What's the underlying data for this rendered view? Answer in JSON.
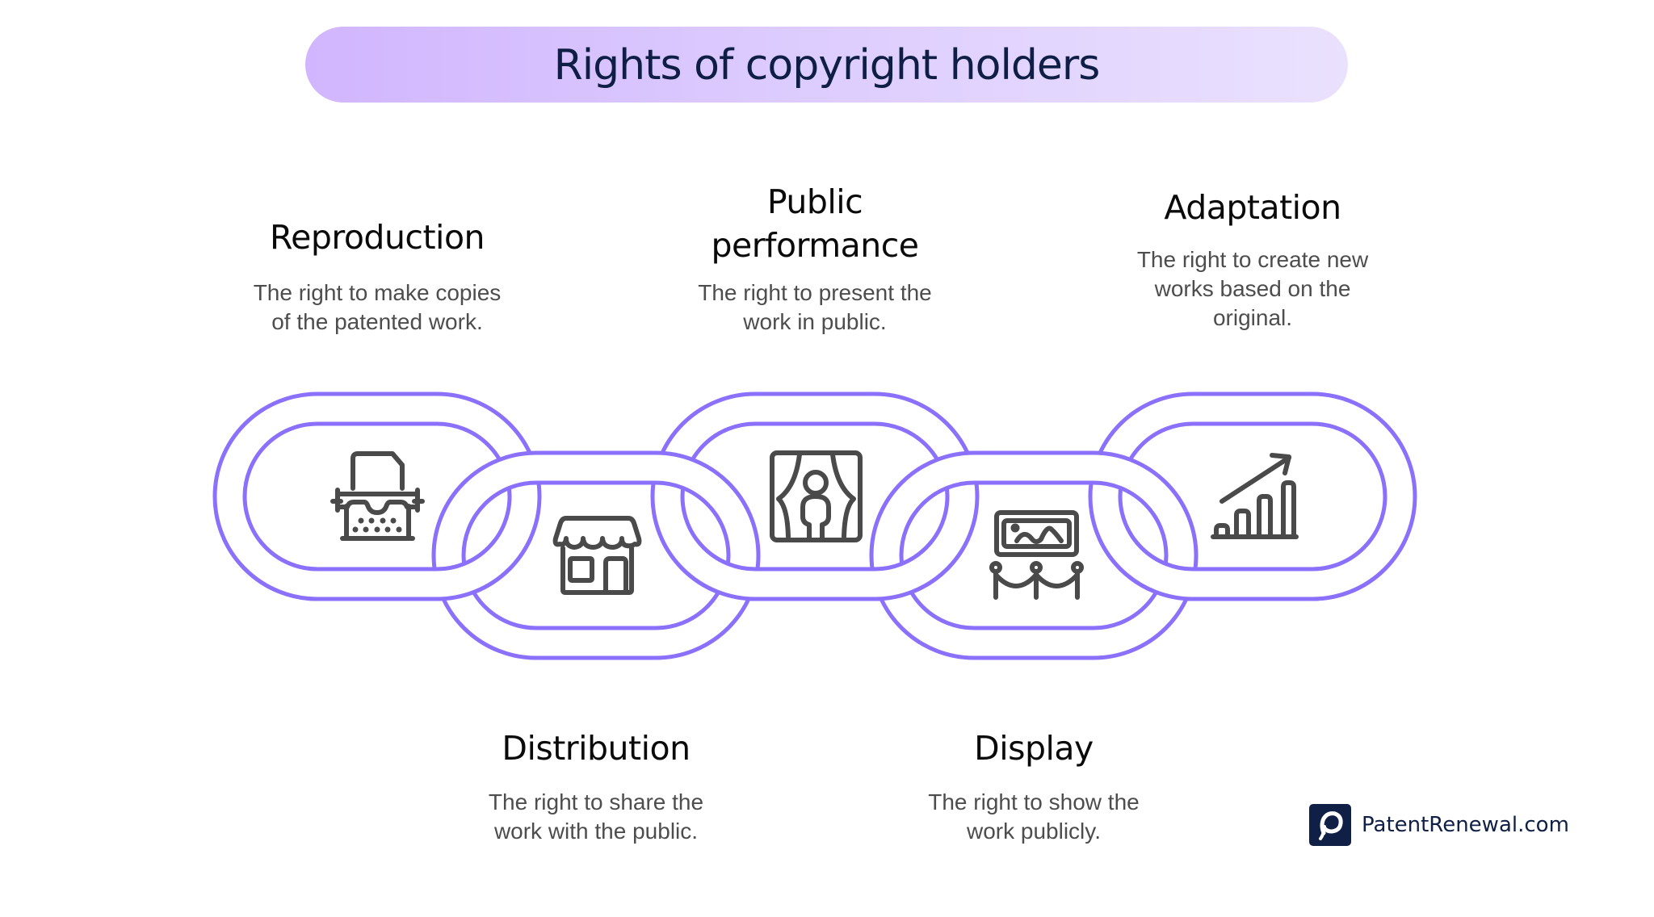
{
  "title": "Rights of copyright holders",
  "colors": {
    "chain_stroke": "#8B70FC",
    "icon_stroke": "#4A4A4A",
    "title_text": "#0F1E45",
    "banner_gradient_start": "#D1B5FE",
    "banner_gradient_end": "#EAE1FE",
    "brand_navy": "#0F1F45"
  },
  "rights": [
    {
      "heading": "Reproduction",
      "description_lines": [
        "The right to make copies",
        "of the patented work."
      ],
      "icon": "typewriter-icon",
      "position": "top"
    },
    {
      "heading": "Distribution",
      "description_lines": [
        "The right to share the",
        "work with the public."
      ],
      "icon": "storefront-icon",
      "position": "bottom"
    },
    {
      "heading_lines": [
        "Public",
        "performance"
      ],
      "description_lines": [
        "The right to present the",
        "work in public."
      ],
      "icon": "stage-curtain-performer-icon",
      "position": "top"
    },
    {
      "heading": "Display",
      "description_lines": [
        "The right to show the",
        "work publicly."
      ],
      "icon": "framed-picture-exhibit-icon",
      "position": "bottom"
    },
    {
      "heading": "Adaptation",
      "description_lines": [
        "The right to create new",
        "works based on the",
        "original."
      ],
      "icon": "growth-chart-icon",
      "position": "top"
    }
  ],
  "brand": {
    "name": "PatentRenewal.com",
    "icon": "patentrenewal-p-logo-icon"
  }
}
